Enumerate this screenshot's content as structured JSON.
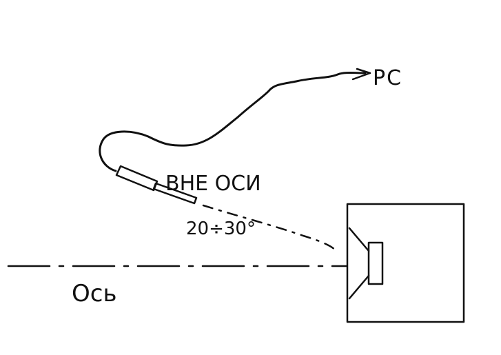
{
  "diagram": {
    "labels": {
      "pc": "PC",
      "mic_angle": "ВНЕ ОСИ",
      "angle_range": "20÷30°",
      "axis": "Ось"
    },
    "colors": {
      "ink": "#111111",
      "background": "#ffffff"
    },
    "elements": {
      "cable": "cable-line",
      "arrow": "arrow-icon",
      "microphone": "microphone-icon",
      "speaker_box": "speaker-cabinet",
      "speaker_cone": "speaker-driver-icon",
      "axis_line": "dash-dot-axis"
    }
  }
}
